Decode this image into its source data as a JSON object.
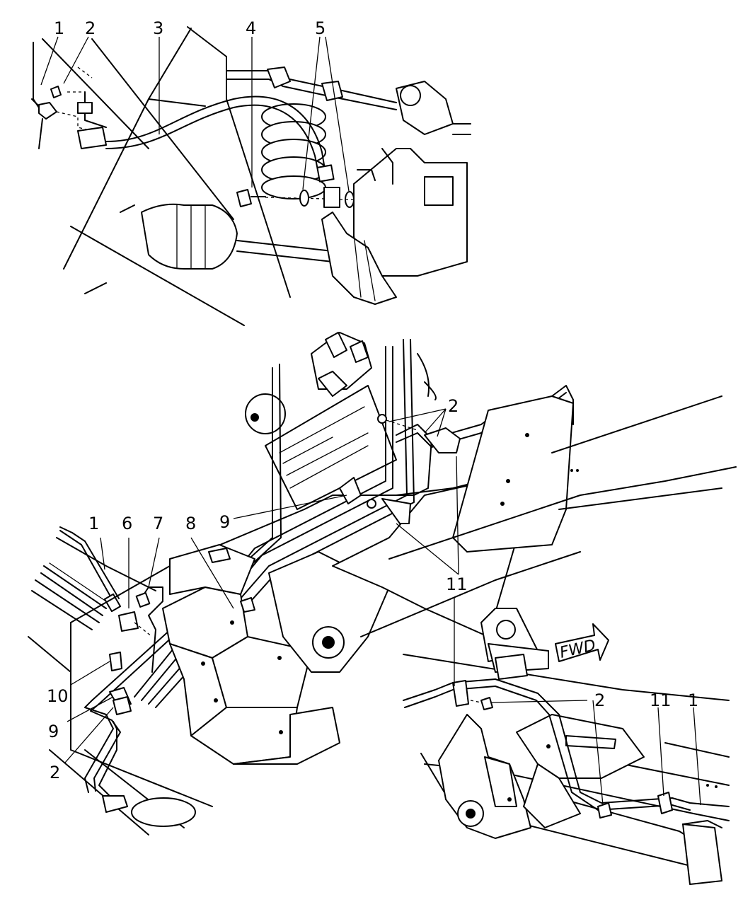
{
  "figure": {
    "top_view_callouts": [
      "1",
      "2",
      "3",
      "4",
      "5"
    ],
    "middle_view_callouts": [
      "2",
      "1",
      "6",
      "7",
      "8",
      "9",
      "11",
      "10",
      "9",
      "2"
    ],
    "bottom_view_callouts": [
      "11",
      "2",
      "11",
      "1"
    ],
    "direction_label": "FWD"
  }
}
